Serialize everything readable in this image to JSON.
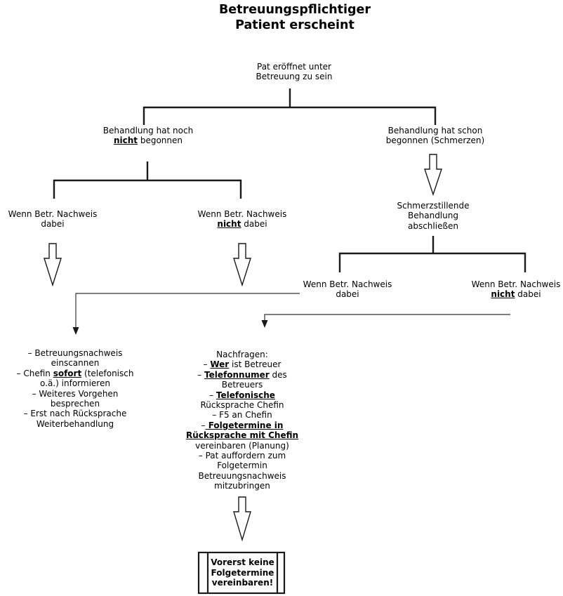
{
  "colors": {
    "background": "#ffffff",
    "line": "#1a1a1a",
    "text": "#000000"
  },
  "nodes": {
    "title": [
      [
        [
          "Betreuungspflichtiger",
          ""
        ]
      ],
      [
        [
          "Patient erscheint",
          ""
        ]
      ]
    ],
    "root": [
      [
        [
          "Pat eröffnet unter",
          ""
        ]
      ],
      [
        [
          "Betreuung zu sein",
          ""
        ]
      ]
    ],
    "treatment_not_started": [
      [
        [
          "Behandlung hat noch",
          ""
        ]
      ],
      [
        [
          "nicht",
          "bu"
        ],
        [
          " begonnen",
          ""
        ]
      ]
    ],
    "treatment_started": [
      [
        [
          "Behandlung hat schon",
          ""
        ]
      ],
      [
        [
          "begonnen (Schmerzen)",
          ""
        ]
      ]
    ],
    "proof_present_left": [
      [
        [
          "Wenn Betr. Nachweis",
          ""
        ]
      ],
      [
        [
          "dabei",
          ""
        ]
      ]
    ],
    "proof_absent_left": [
      [
        [
          "Wenn Betr. Nachweis",
          ""
        ]
      ],
      [
        [
          "nicht",
          "bu"
        ],
        [
          " dabei",
          ""
        ]
      ]
    ],
    "finish_treatment": [
      [
        [
          "Schmerzstillende",
          ""
        ]
      ],
      [
        [
          "Behandlung",
          ""
        ]
      ],
      [
        [
          "abschließen",
          ""
        ]
      ]
    ],
    "proof_present_right": [
      [
        [
          "Wenn Betr. Nachweis",
          ""
        ]
      ],
      [
        [
          "dabei",
          ""
        ]
      ]
    ],
    "proof_absent_right": [
      [
        [
          "Wenn Betr. Nachweis",
          ""
        ]
      ],
      [
        [
          "nicht",
          "bu"
        ],
        [
          " dabei",
          ""
        ]
      ]
    ],
    "actions_proof_present": [
      [
        [
          "– Betreuungsnachweis",
          ""
        ]
      ],
      [
        [
          "einscannen",
          ""
        ]
      ],
      [
        [
          "– Chefin ",
          ""
        ],
        [
          "sofort",
          "bu"
        ],
        [
          " (telefonisch",
          ""
        ]
      ],
      [
        [
          "o.ä.) informieren",
          ""
        ]
      ],
      [
        [
          "– Weiteres Vorgehen",
          ""
        ]
      ],
      [
        [
          "besprechen",
          ""
        ]
      ],
      [
        [
          "– Erst nach Rücksprache",
          ""
        ]
      ],
      [
        [
          "Weiterbehandlung",
          ""
        ]
      ]
    ],
    "actions_proof_absent": [
      [
        [
          "Nachfragen:",
          ""
        ]
      ],
      [
        [
          "– ",
          ""
        ],
        [
          "Wer",
          "bu"
        ],
        [
          " ist Betreuer",
          ""
        ]
      ],
      [
        [
          "– ",
          ""
        ],
        [
          "Telefonnumer",
          "bu"
        ],
        [
          " des",
          ""
        ]
      ],
      [
        [
          "Betreuers",
          ""
        ]
      ],
      [
        [
          "– ",
          ""
        ],
        [
          "Telefonische",
          "bu"
        ]
      ],
      [
        [
          "Rücksprache Chefin",
          ""
        ]
      ],
      [
        [
          "– F5 an Chefin",
          ""
        ]
      ],
      [
        [
          "–",
          ""
        ],
        [
          " Folgetermine in",
          "bu"
        ]
      ],
      [
        [
          "Rücksprache mit Chefin",
          "bu"
        ]
      ],
      [
        [
          "vereinbaren (Planung)",
          ""
        ]
      ],
      [
        [
          "– Pat auffordern zum",
          ""
        ]
      ],
      [
        [
          "Folgetermin",
          ""
        ]
      ],
      [
        [
          "Betreuungsnachweis",
          ""
        ]
      ],
      [
        [
          "mitzubringen",
          ""
        ]
      ]
    ],
    "final_box": [
      [
        [
          "Vorerst keine",
          ""
        ]
      ],
      [
        [
          "Folgetermine",
          ""
        ]
      ],
      [
        [
          "vereinbaren!",
          ""
        ]
      ]
    ]
  }
}
